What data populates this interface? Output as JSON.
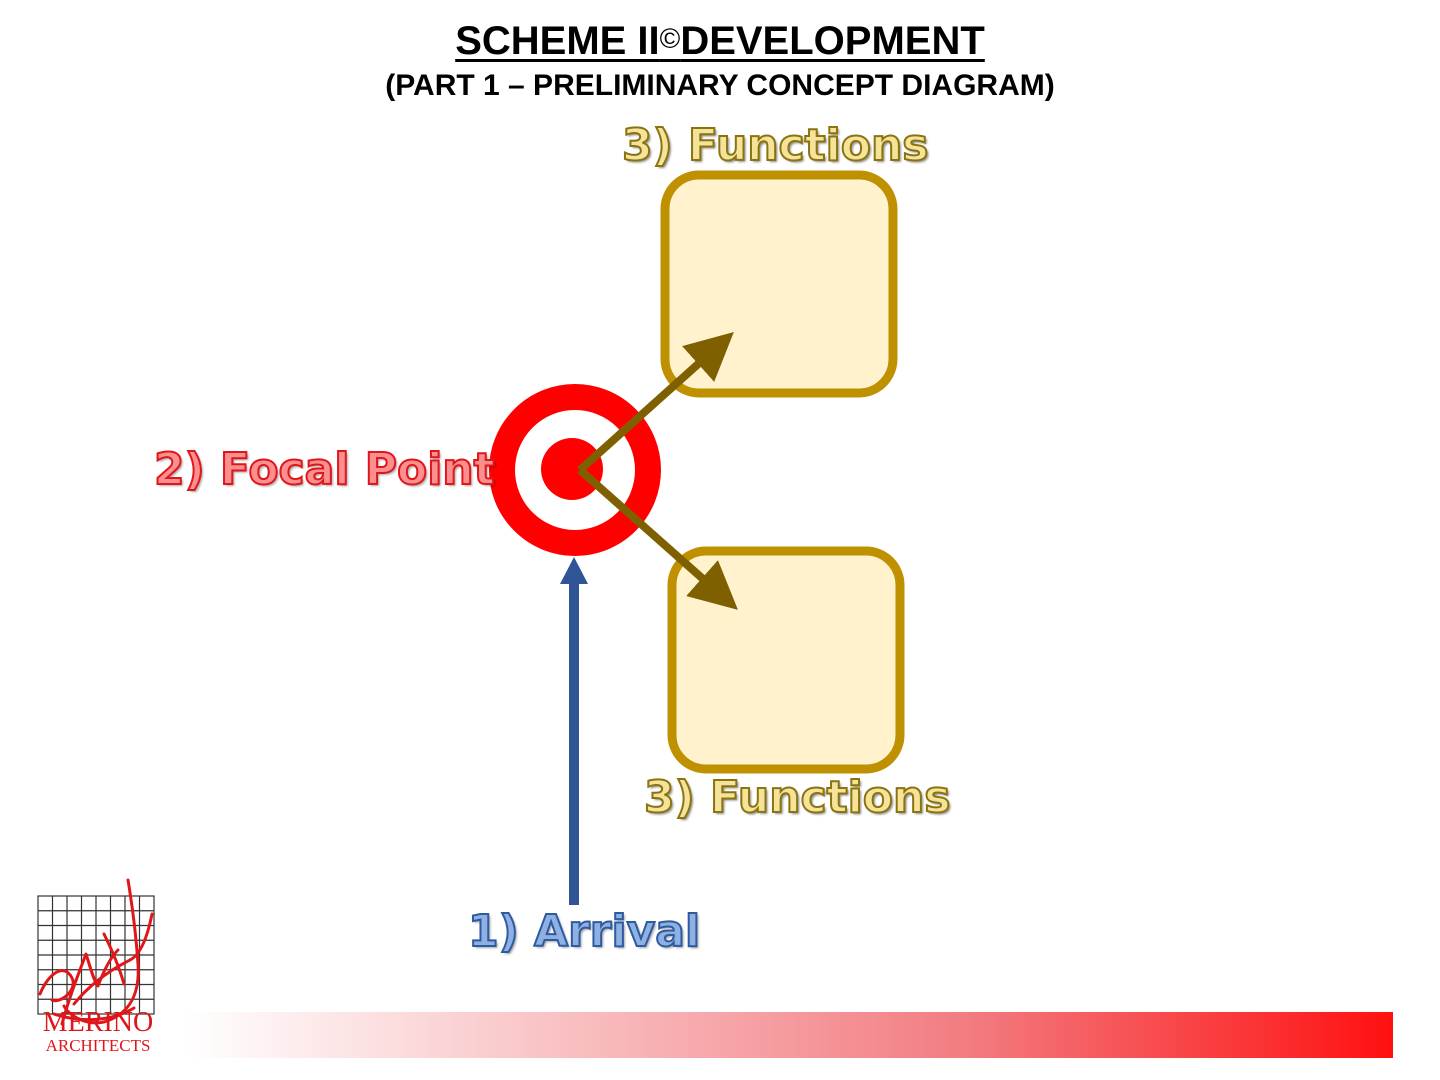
{
  "header": {
    "title_main": "SCHEME II",
    "title_symbol": "©",
    "title_rest": "DEVELOPMENT",
    "subtitle": "(PART 1 – PRELIMINARY CONCEPT DIAGRAM)"
  },
  "diagram": {
    "label_functions_top": "3) Functions",
    "label_functions_bottom": "3) Functions",
    "label_focal_point": "2) Focal Point",
    "label_arrival": "1) Arrival"
  },
  "logo": {
    "name": "MERINO",
    "subname": "ARCHITECTS"
  },
  "colors": {
    "functions_fill": "#fff2cc",
    "functions_stroke": "#bf9000",
    "arrow_brown": "#7f6000",
    "focal_red": "#ff0000",
    "arrival_blue": "#2f5597",
    "accent_red": "#e0161a"
  }
}
